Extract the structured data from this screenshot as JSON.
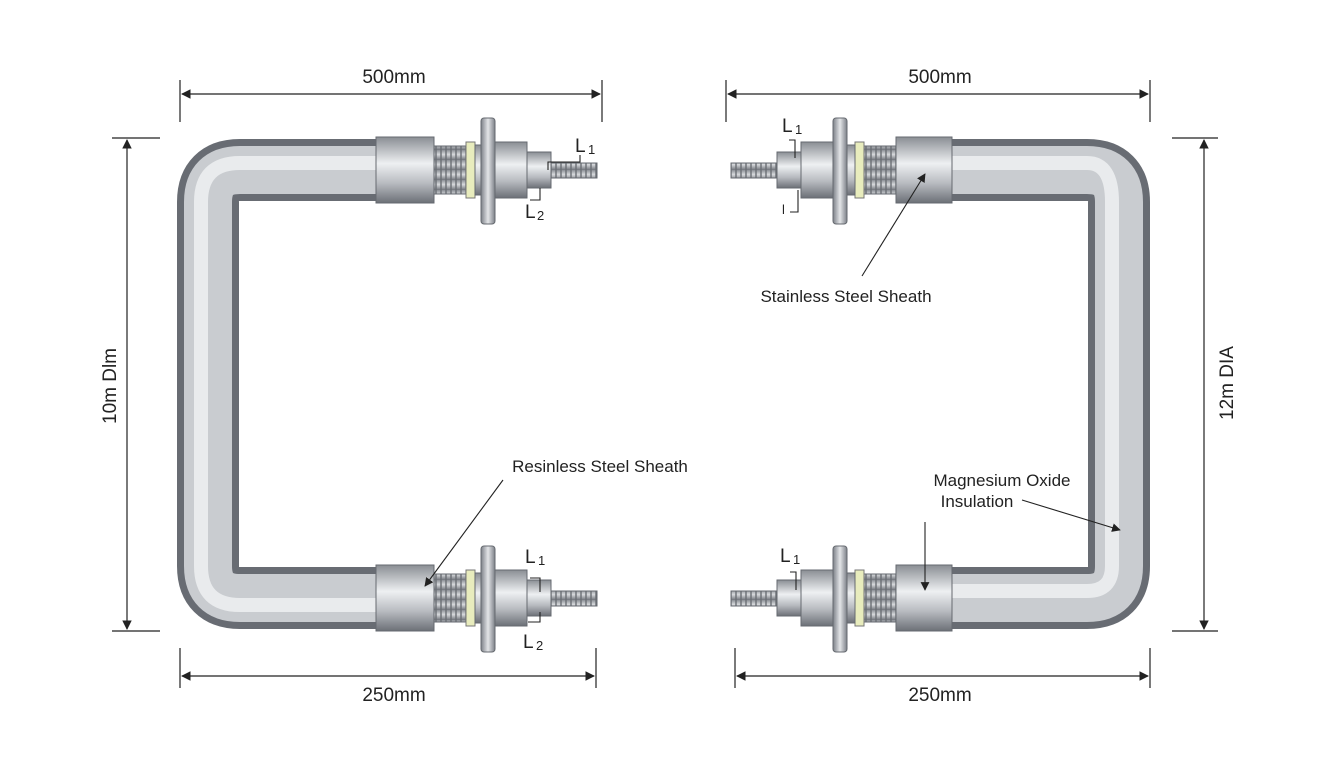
{
  "dimensions": {
    "left_top": "500mm",
    "right_top": "500mm",
    "left_bottom": "250mm",
    "right_bottom": "250mm",
    "left_side": "10m Dlm",
    "right_side": "12m DIA"
  },
  "callouts": {
    "stainless": "Stainless Steel Sheath",
    "resinless": "Resinless Steel Sheath",
    "magnesium_line1": "Magnesium Oxide",
    "magnesium_line2": "Insulation"
  },
  "terminal_tags": {
    "l1_main": "L",
    "l1_sub": "1",
    "l2_main": "L",
    "l2_sub": "2",
    "small": "l"
  },
  "colors": {
    "steel_dark": "#6f737a",
    "steel_light": "#e4e6e9",
    "insulator": "#e9ecc0",
    "line": "#222222"
  }
}
